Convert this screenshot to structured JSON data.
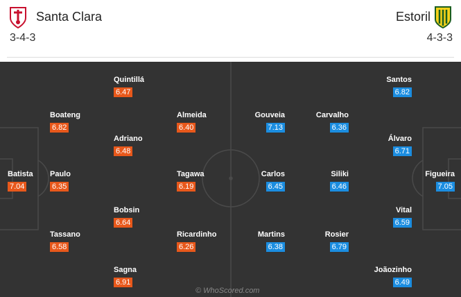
{
  "home": {
    "name": "Santa Clara",
    "formation": "3-4-3",
    "badge_icon": "santa-clara-crest",
    "accent": "#e8581b",
    "players": [
      {
        "name": "Batista",
        "rating": "7.04"
      },
      {
        "name": "Paulo",
        "rating": "6.35"
      },
      {
        "name": "Boateng",
        "rating": "6.82"
      },
      {
        "name": "Tassano",
        "rating": "6.58"
      },
      {
        "name": "Quintillá",
        "rating": "6.47"
      },
      {
        "name": "Adriano",
        "rating": "6.48"
      },
      {
        "name": "Bobsin",
        "rating": "6.64"
      },
      {
        "name": "Sagna",
        "rating": "6.91"
      },
      {
        "name": "Almeida",
        "rating": "6.40"
      },
      {
        "name": "Tagawa",
        "rating": "6.19"
      },
      {
        "name": "Ricardinho",
        "rating": "6.26"
      }
    ]
  },
  "away": {
    "name": "Estoril",
    "formation": "4-3-3",
    "badge_icon": "estoril-crest",
    "accent": "#1b8de0",
    "players": [
      {
        "name": "Figueira",
        "rating": "7.05"
      },
      {
        "name": "Santos",
        "rating": "6.82"
      },
      {
        "name": "Álvaro",
        "rating": "6.71"
      },
      {
        "name": "Vital",
        "rating": "6.59"
      },
      {
        "name": "Joãozinho",
        "rating": "6.49"
      },
      {
        "name": "Carvalho",
        "rating": "6.36"
      },
      {
        "name": "Siliki",
        "rating": "6.46"
      },
      {
        "name": "Rosier",
        "rating": "6.79"
      },
      {
        "name": "Gouveia",
        "rating": "7.13"
      },
      {
        "name": "Carlos",
        "rating": "6.45"
      },
      {
        "name": "Martins",
        "rating": "6.38"
      }
    ]
  },
  "watermark": "© WhoScored.com"
}
